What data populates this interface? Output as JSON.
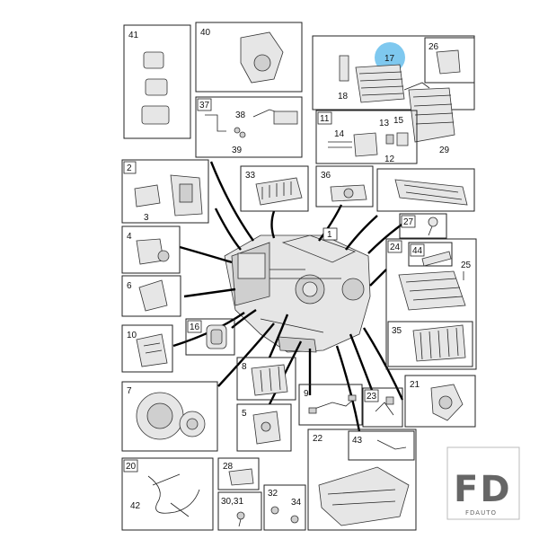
{
  "labels": {
    "p1": "1",
    "p2": "2",
    "p3": "3",
    "p4": "4",
    "p5": "5",
    "p6": "6",
    "p7": "7",
    "p8": "8",
    "p9": "9",
    "p10": "10",
    "p11": "11",
    "p12": "12",
    "p13": "13",
    "p14": "14",
    "p15": "15",
    "p16": "16",
    "p17": "17",
    "p18": "18",
    "p20": "20",
    "p21": "21",
    "p22": "22",
    "p23": "23",
    "p24": "24",
    "p25": "25",
    "p26": "26",
    "p27": "27",
    "p28": "28",
    "p29": "29",
    "p30_31": "30,31",
    "p32": "32",
    "p33": "33",
    "p34": "34",
    "p35": "35",
    "p36": "36",
    "p37": "37",
    "p38": "38",
    "p39": "39",
    "p40": "40",
    "p41": "41",
    "p42": "42",
    "p43": "43",
    "p44": "44"
  },
  "highlight_color": "#7ec8ef",
  "logo": {
    "big": "FD",
    "small": "FDAUTO"
  }
}
